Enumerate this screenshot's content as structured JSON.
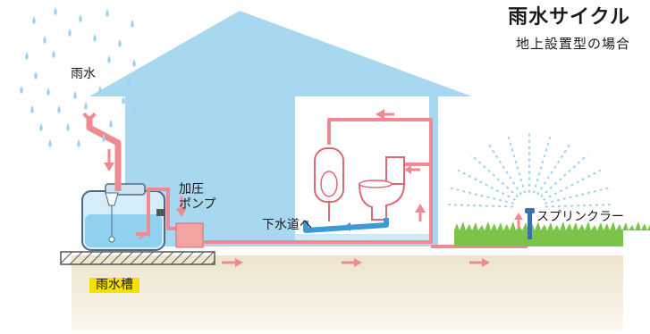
{
  "header": {
    "title": "雨水サイクル",
    "subtitle": "地上設置型の場合"
  },
  "labels": {
    "rain": "雨水",
    "pump_line1": "加圧",
    "pump_line2": "ポンプ",
    "sewer": "下水道へ",
    "sprinkler": "スプリンクラー",
    "tank": "雨水槽"
  },
  "colors": {
    "house": "#a8d8f0",
    "pipe": "#f08a92",
    "pipe_dark": "#e05a66",
    "drain": "#3d9ad6",
    "ground": "#f3eddc",
    "tank_fill": "#d6ecf8",
    "tank_water": "#8fd1ef",
    "tank_label_bg": "#f5e100",
    "rain_drop": "#9ed3f0",
    "grass": "#7cc34a",
    "pump": "#f4a3a3"
  }
}
